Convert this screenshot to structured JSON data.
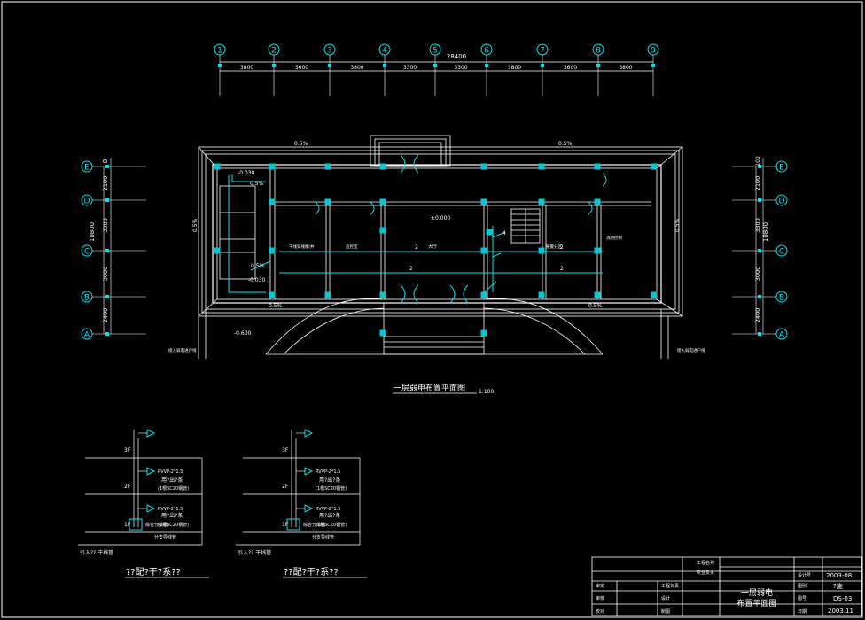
{
  "plan": {
    "title": "一层弱电布置平面图",
    "scale": "1:100",
    "total_dimension": "28400",
    "col_axes": [
      "1",
      "2",
      "3",
      "4",
      "5",
      "6",
      "7",
      "8",
      "9"
    ],
    "col_spans": [
      "3800",
      "3600",
      "3800",
      "3300",
      "3300",
      "3800",
      "3600",
      "3800"
    ],
    "row_axes": [
      "E",
      "D",
      "C",
      "B",
      "A"
    ],
    "row_spans_left": [
      "2100",
      "3300",
      "3000",
      "2400"
    ],
    "row_spans_right": [
      "2100",
      "3300",
      "3000",
      "2400"
    ],
    "row_total_left": "10800",
    "row_total_right": "10800",
    "row_top_small": "8",
    "row_top_small_right": "100",
    "slopes": [
      "0.5%",
      "0.5%",
      "0.5%",
      "0.5%",
      "0.5%",
      "0.5%"
    ],
    "elevations": [
      "±0.000",
      "-0.030",
      "-0.030",
      "-0.600"
    ],
    "room_labels": [
      "大厅",
      "干线穿线槽/井",
      "监控室",
      "报警分区",
      "消防控制"
    ],
    "notes": [
      "接入弱电进户线",
      "接入弱电进户线",
      "4"
    ],
    "slope_pct": [
      "0.5%",
      "0.5%"
    ]
  },
  "systems": [
    {
      "title": "??配?干?系??",
      "floors": [
        "3F",
        "2F",
        "1F"
      ],
      "cable_spec_a": "RVVP-2*1.5",
      "cable_spec_b": "用?出?条",
      "cable_spec_c": "(1根SC20钢管)",
      "device": "综合分线箱",
      "feed": "分支导线管",
      "bottom": "引入?? 干线管"
    },
    {
      "title": "??配?干?系??",
      "floors": [
        "3F",
        "2F",
        "1F"
      ],
      "cable_spec_a": "RVVP-2*1.5",
      "cable_spec_b": "用?出?条",
      "cable_spec_c": "(1根SC20钢管)",
      "device": "综合分线箱",
      "feed": "分支导线管",
      "bottom": "引入?? 干线管"
    }
  ],
  "title_block": {
    "drawing_name_1": "一层弱电",
    "drawing_name_2": "布置平面图",
    "fields": [
      "审定",
      "审核",
      "校对",
      "工程负责",
      "工程名称",
      "专业负责",
      "设计",
      "制图",
      "设计号",
      "图别",
      "图号",
      "日期"
    ],
    "values": [
      "2003-08",
      "?施",
      "DS-03",
      "2003.11"
    ]
  },
  "colors": {
    "bg": "#000000",
    "line": "#ffffff",
    "accent": "#00e5ee",
    "cyan_fill": "#00c8d6"
  }
}
